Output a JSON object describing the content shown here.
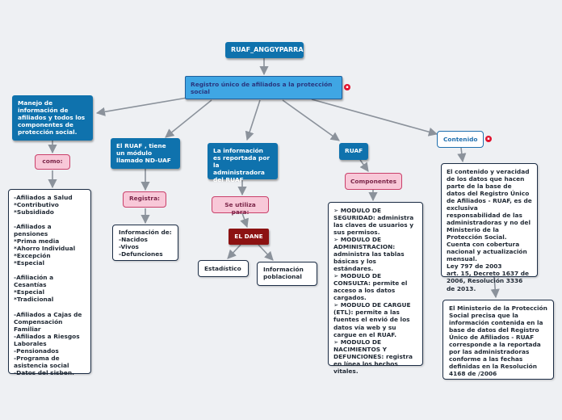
{
  "root": {
    "title": "RUAF_ANGGYPARRA"
  },
  "main": {
    "text": "Registro único de afiliados a la protección social"
  },
  "branch_manejo": {
    "text": "Manejo de información de afiliados y todos los componentes de protección social.",
    "link": "como:",
    "detail": "-Afiliados a Salud\n*Contributivo\n*Subsidiado\n\n-Afiliados a pensiones\n*Prima media\n*Ahorro Individual\n*Excepción\n*Especial\n\n-Afiliación a Cesantías\n*Especial\n*Tradicional\n\n-Afiliados a Cajas de Compensación Familiar\n-Afiliados a Riesgos Laborales\n-Pensionados\n-Programa de asistencia social\n-Datos del sisben."
  },
  "branch_ruaf_modulo": {
    "text": "El RUAF , tiene un módulo llamado ND-UAF",
    "link": "Registra:",
    "detail": "Información de:\n-Nacidos\n-Vivos\n-Defunciones"
  },
  "branch_informacion": {
    "text": "La información es reportada por la administradora del RUAF",
    "link": "Se utiliza para:",
    "dane": "EL DANE",
    "estadistico": "Estadístico",
    "poblacional": "Información poblacional"
  },
  "branch_ruaf": {
    "text": "RUAF",
    "link": "Componentes",
    "detail": "➢ MODULO DE SEGURIDAD: administra las claves de usuarios y sus permisos.\n➢ MODULO DE ADMINISTRACION: administra las tablas básicas y los estándares.\n➢ MODULO DE CONSULTA: permite el acceso a los datos cargados.\n➢ MODULO DE CARGUE (ETL): permite a las fuentes el envió de los datos vía web y su cargue en el RUAF.\n➢ MODULO DE NACIMIENTOS Y DEFUNCIONES: registra en línea los hechos vitales."
  },
  "branch_contenido": {
    "text": "Contenido",
    "detail1": "El contenido y veracidad de los datos que hacen parte de la base de datos del Registro Único de Afiliados - RUAF, es de exclusiva responsabilidad de las administradoras y no del Ministerio de la Protección Social. Cuenta con cobertura nacional y actualización mensual.\nLey 797 de 2003\nart. 15, Decreto 1637 de 2006, Resolución 3336 de 2013.",
    "detail2": "El Ministerio de la Protección Social precisa que la información contenida en la base de datos del Registro Único de Afiliados - RUAF corresponde a la reportada por las administradoras conforme a las fechas definidas en la Resolución 4168 de /2006"
  },
  "colors": {
    "background": "#eef0f3",
    "node_blue": "#0f72ad",
    "main_node": "#3fa6e4",
    "link_pink": "#f8c8d8",
    "dane_red": "#8c1212",
    "connector": "#8b929b"
  }
}
